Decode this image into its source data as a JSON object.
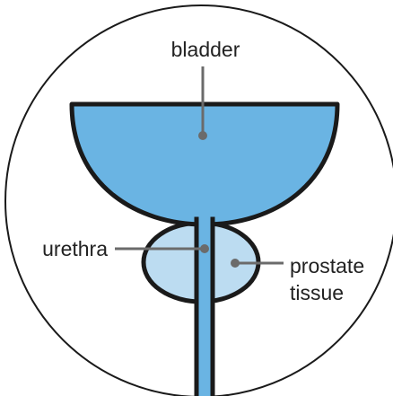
{
  "labels": {
    "bladder": "bladder",
    "urethra": "urethra",
    "prostate_line1": "prostate",
    "prostate_line2": "tissue"
  },
  "colors": {
    "bladder_fill": "#6ab4e3",
    "prostate_fill": "#bcdcf1",
    "outline": "#1a1a1a",
    "leader": "#6b6b6b",
    "text": "#222222",
    "background": "#ffffff"
  }
}
